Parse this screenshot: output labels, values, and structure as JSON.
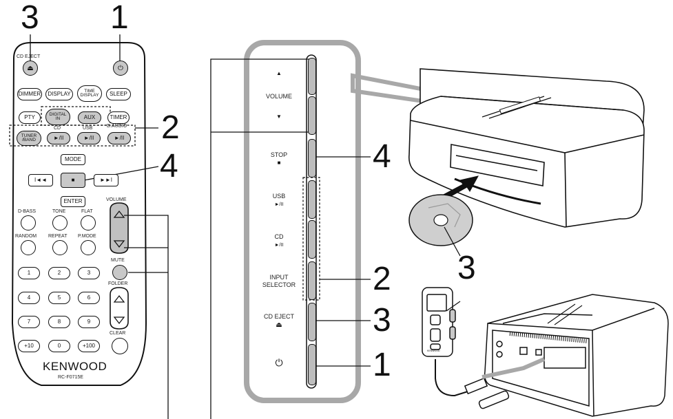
{
  "callouts": {
    "remote_top_3": "3",
    "remote_top_1": "1",
    "remote_side_2": "2",
    "remote_side_4": "4",
    "panel_4": "4",
    "panel_2": "2",
    "panel_3": "3",
    "panel_1": "1",
    "usb_3": "3"
  },
  "remote": {
    "cd_eject": "CD EJECT",
    "eject_symbol": "⏏",
    "power_symbol": "⏻",
    "dimmer": "DIMMER",
    "display": "DISPLAY",
    "time_display": "TIME\nDISPLAY",
    "sleep": "SLEEP",
    "pty": "PTY",
    "digital_in": "DIGITAL\nIN",
    "aux": "AUX",
    "timer": "TIMER",
    "cd": "CD",
    "usb": "USB",
    "d_audio": "D.AUDIO",
    "tuner_band": "TUNER\n/BAND",
    "play_pause": "►/II",
    "mode": "MODE",
    "prev": "I◄◄",
    "stop": "■",
    "next": "►►I",
    "enter": "ENTER",
    "volume": "VOLUME",
    "d_bass": "D-BASS",
    "tone": "TONE",
    "flat": "FLAT",
    "random": "RANDOM",
    "repeat": "REPEAT",
    "p_mode": "P.MODE",
    "mute": "MUTE",
    "folder": "FOLDER",
    "clear": "CLEAR",
    "digits": [
      "1",
      "2",
      "3",
      "4",
      "5",
      "6",
      "7",
      "8",
      "9",
      "+10",
      "0",
      "+100"
    ],
    "brand": "KENWOOD",
    "model": "RC-F0715E"
  },
  "panel": {
    "vol_up": "▲",
    "volume": "VOLUME",
    "vol_down": "▼",
    "stop": "STOP",
    "stop_symbol": "■",
    "usb": "USB",
    "usb_symbol": "►/II",
    "cd": "CD",
    "cd_symbol": "►/II",
    "input_selector": "INPUT\nSELECTOR",
    "cd_eject": "CD EJECT",
    "eject_symbol": "⏏",
    "power_symbol": "⏻"
  },
  "usb_device_brand": "KENWOOD"
}
